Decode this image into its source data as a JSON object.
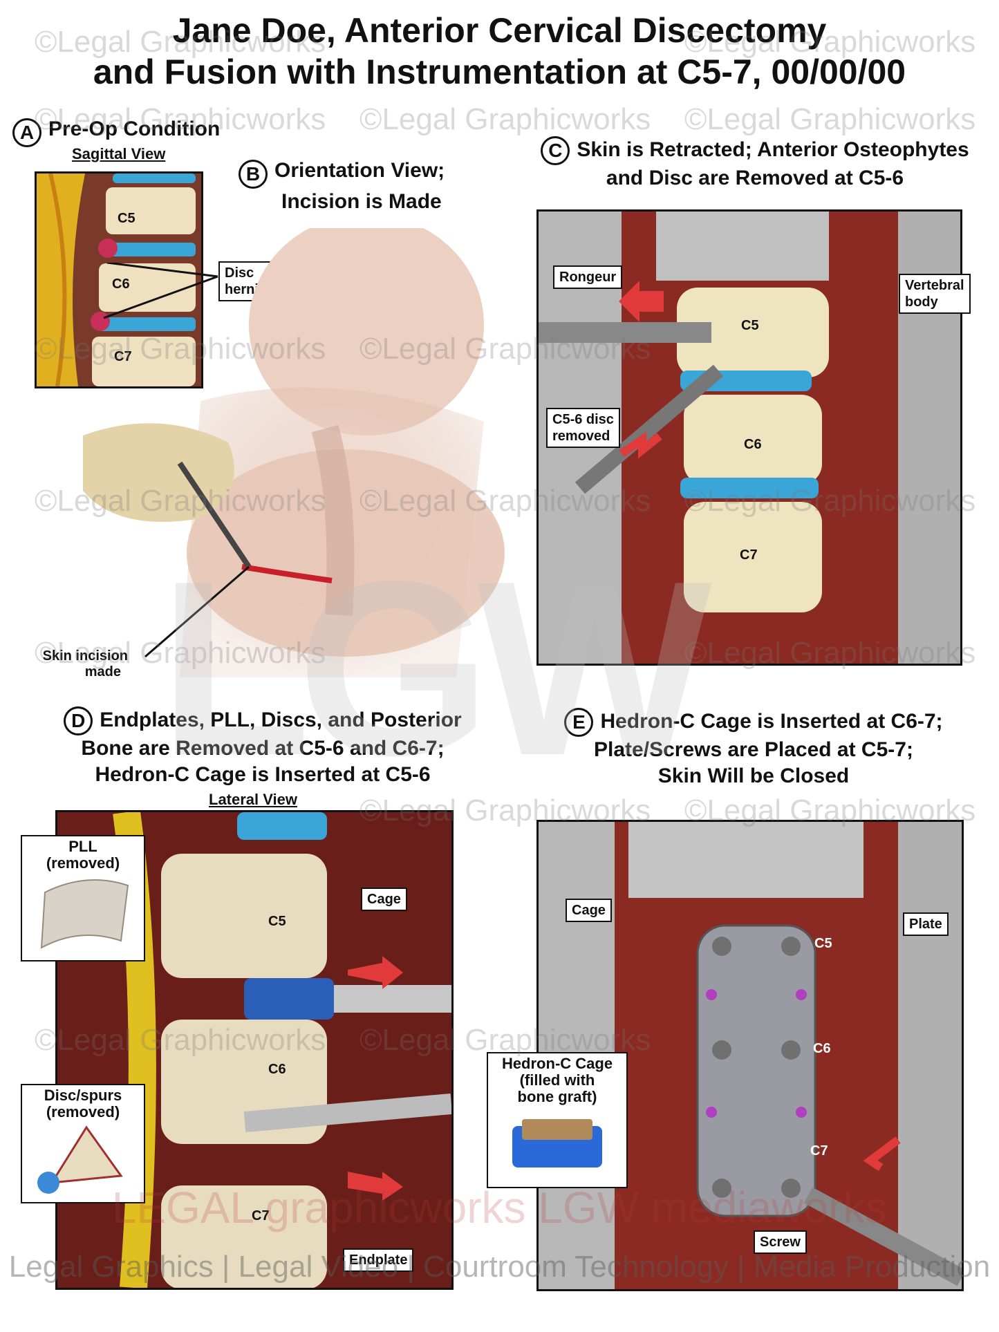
{
  "title": {
    "line1": "Jane Doe, Anterior Cervical Discectomy",
    "line2": "and Fusion with Instrumentation at C5-7, 00/00/00"
  },
  "watermark": "©Legal Graphicworks",
  "big_watermark": "LGW",
  "brand_watermark": "LEGAL graphicworks   LGW mediaworks",
  "footer": "Legal Graphics | Legal Video | Courtroom Technology | Media Production",
  "panel_a": {
    "letter": "A",
    "heading": "Pre-Op Condition",
    "subheading": "Sagittal View",
    "labels": [
      "C5",
      "C6",
      "C7"
    ],
    "callout_line1": "Disc",
    "callout_line2": "herniations"
  },
  "panel_b": {
    "letter": "B",
    "heading_line1": "Orientation View;",
    "heading_line2": "Incision is Made",
    "callout_line1": "Skin incision",
    "callout_line2": "made"
  },
  "panel_c": {
    "letter": "C",
    "heading_line1": "Skin is Retracted; Anterior Osteophytes",
    "heading_line2": "and Disc are Removed at C5-6",
    "rongeur": "Rongeur",
    "vertebral_line1": "Vertebral",
    "vertebral_line2": "body",
    "disc_line1": "C5-6 disc",
    "disc_line2": "removed",
    "labels": [
      "C5",
      "C6",
      "C7"
    ]
  },
  "panel_d": {
    "letter": "D",
    "heading_line1": "Endplates, PLL, Discs, and Posterior",
    "heading_line2": "Bone are Removed at C5-6 and C6-7;",
    "heading_line3": "Hedron-C Cage is Inserted at C5-6",
    "subheading": "Lateral View",
    "pll_line1": "PLL",
    "pll_line2": "(removed)",
    "disc_line1": "Disc/spurs",
    "disc_line2": "(removed)",
    "cage": "Cage",
    "endplate": "Endplate",
    "labels": [
      "C5",
      "C6",
      "C7"
    ]
  },
  "panel_e": {
    "letter": "E",
    "heading_line1": "Hedron-C Cage is Inserted at C6-7;",
    "heading_line2": "Plate/Screws are Placed at C5-7;",
    "heading_line3": "Skin Will be Closed",
    "cage": "Cage",
    "plate": "Plate",
    "screw": "Screw",
    "hedron_line1": "Hedron-C Cage",
    "hedron_line2": "(filled with",
    "hedron_line3": "bone graft)",
    "labels": [
      "C5",
      "C6",
      "C7"
    ]
  }
}
